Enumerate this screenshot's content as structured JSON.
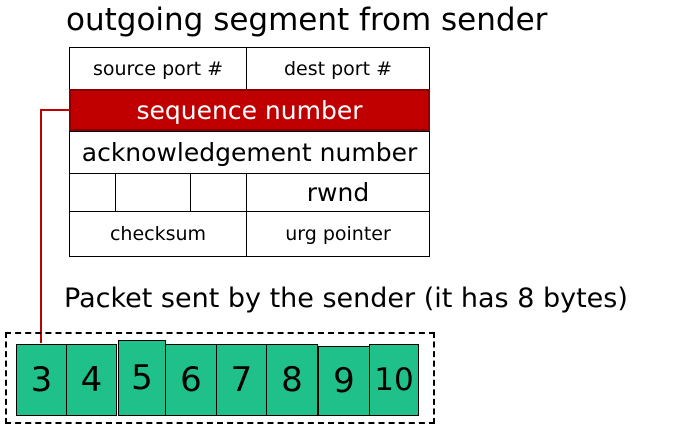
{
  "title": "outgoing segment from sender",
  "header": {
    "source_port": "source port #",
    "dest_port": "dest port #",
    "sequence_number": "sequence number",
    "ack_number": "acknowledgement number",
    "rwnd": "rwnd",
    "checksum": "checksum",
    "urg_pointer": "urg pointer"
  },
  "caption": "Packet sent by the sender (it has 8 bytes)",
  "packet_bytes": [
    "3",
    "4",
    "5",
    "6",
    "7",
    "8",
    "9",
    "10"
  ],
  "colors": {
    "highlight": "#c00000",
    "byte_fill": "#20c08a"
  }
}
